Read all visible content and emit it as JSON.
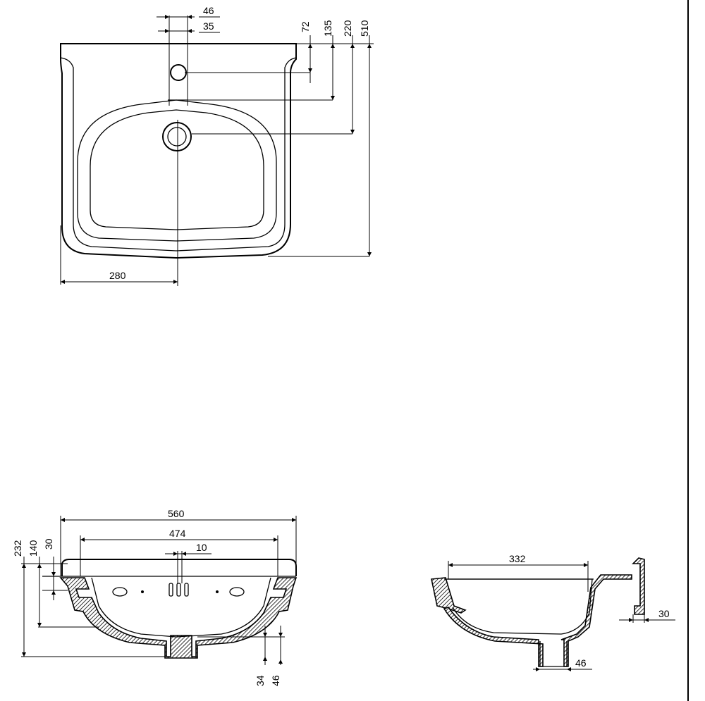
{
  "top_view": {
    "dims": {
      "tap_hole_outer": "46",
      "tap_hole_inner": "35",
      "tap_hole_offset": "72",
      "bowl_edge_offset": "135",
      "drain_offset": "220",
      "depth": "510",
      "half_width": "280"
    }
  },
  "front_section": {
    "dims": {
      "overall_width": "560",
      "bowl_width": "474",
      "tap_hole_width": "10",
      "height": "232",
      "fixing_height": "140",
      "rim_height": "30",
      "waste_height": "34",
      "waste_diameter": "46"
    }
  },
  "side_section": {
    "dims": {
      "bowl_depth": "332",
      "bracket_thickness": "30",
      "waste_diameter": "46"
    }
  },
  "colors": {
    "line": "#000000",
    "background": "#ffffff",
    "hatch": "#000000"
  }
}
